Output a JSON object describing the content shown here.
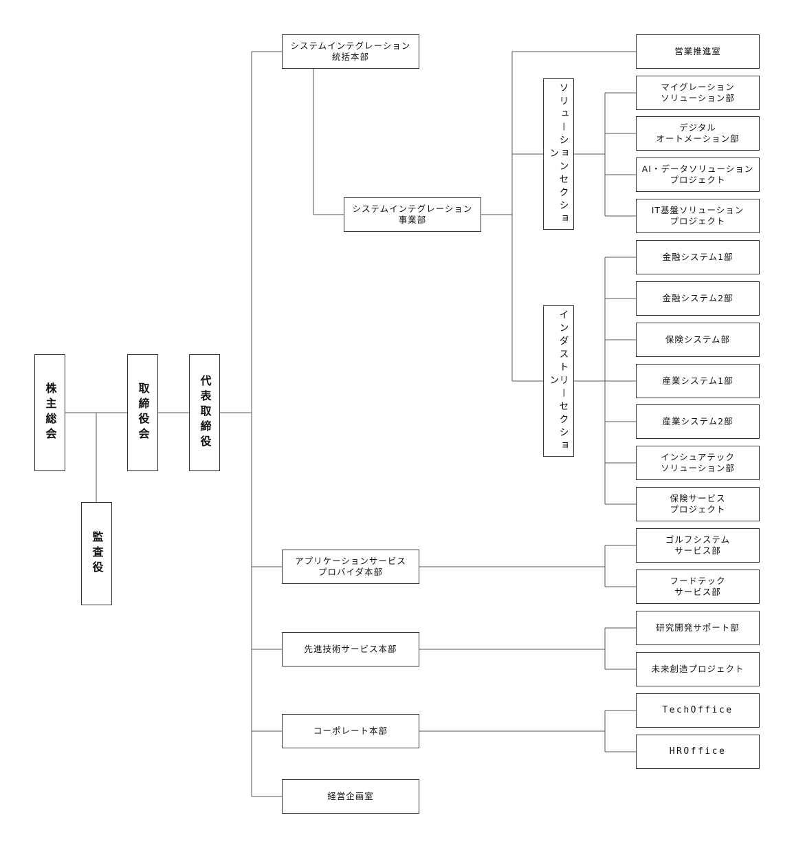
{
  "org": {
    "shareholders": "株主総会",
    "auditor": "監査役",
    "board": "取締役会",
    "president": "代表取締役",
    "si_hq": "システムインテグレーション\n統括本部",
    "si_div": "システムインテグレーション\n事業部",
    "sales_promo": "営業推進室",
    "solution_section": "ソリューションセクション",
    "industry_section": "インダストリーセクション",
    "migration": "マイグレーション\nソリューション部",
    "digital_automation": "デジタル\nオートメーション部",
    "ai_data": "AI・データソリューション\nプロジェクト",
    "it_infra": "IT基盤ソリューション\nプロジェクト",
    "finance1": "金融システム1部",
    "finance2": "金融システム2部",
    "insurance_sys": "保険システム部",
    "industry1": "産業システム1部",
    "industry2": "産業システム2部",
    "insurtech": "インシュアテック\nソリューション部",
    "insurance_service": "保険サービス\nプロジェクト",
    "asp_hq": "アプリケーションサービス\nプロバイダ本部",
    "golf": "ゴルフシステム\nサービス部",
    "foodtech": "フードテック\nサービス部",
    "adv_tech_hq": "先進技術サービス本部",
    "rnd": "研究開発サポート部",
    "future": "未来創造プロジェクト",
    "corporate_hq": "コーポレート本部",
    "techoffice": "TechOffice",
    "hroffice": "HROffice",
    "planning": "経営企画室"
  }
}
